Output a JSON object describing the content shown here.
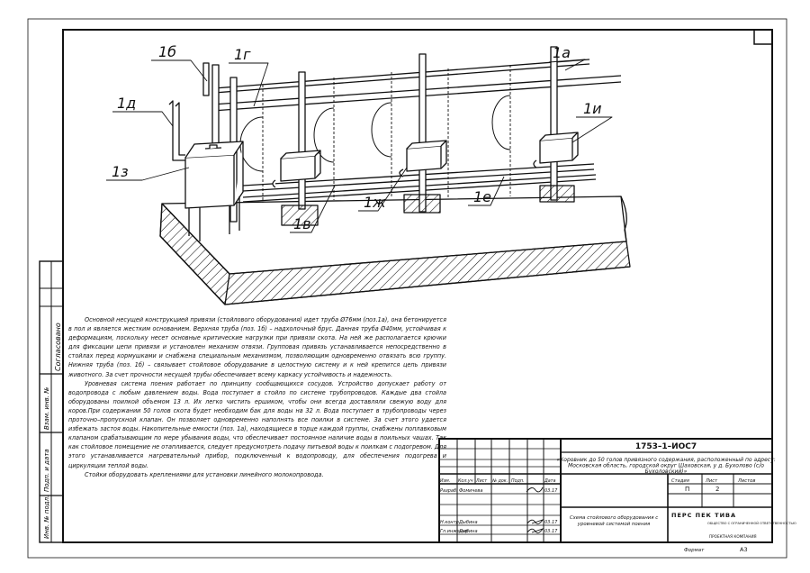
{
  "drawing": {
    "labels": {
      "1a": "1а",
      "1b": "1б",
      "1v": "1в",
      "1g": "1г",
      "1d": "1д",
      "1e": "1е",
      "1zh": "1ж",
      "1z": "1з",
      "1i": "1и"
    }
  },
  "description": {
    "paragraphs": [
      "Основной несущей конструкцией привязи (стойлового оборудования) идет труба Ø76мм (поз.1а), она бетонируется в пол и является жестким основанием. Верхняя труба (поз. 1б) – надхолочный брус. Данная труба Ø40мм, устойчивая к деформациям, поскольку несет основные критические нагрузки при привязи скота. На ней же располагается крючки для фиксации цепи привязи и установлен механизм отвязи. Групповая привязь устанавливается непосредственно в стойлах перед кормушками и снабжена специальным механизмом, позволяющим одновременно отвязать всю группу. Нижняя труба (поз. 1б) – связывает стойловое оборудование в целостную систему и к ней крепится цепь привязи животного. За счет прочности несущей трубы обеспечивает всему каркасу устойчивость и надежность.",
      "Уровневая система поения работает по принципу сообщающихся сосудов. Устройство допускает работу от водопровода с любым давлением воды. Вода поступает в стойло по системе трубопроводов. Каждые два стойла оборудованы поилкой объемом 13 л. Их легко чистить ершиком, чтобы они всегда доставляли свежую воду для коров.При содержании 50 голов скота будет необходим бак для воды на 32 л. Вода поступает в трубопроводы через проточно–пропускной клапан. Он позволяет одновременно наполнять все поилки в системе. За счет этого удается избежать застоя воды. Накопительные емкости (поз. 1а), находящиеся в торце каждой группы, снабжены поплавковым клапаном срабатывающим по мере убывания воды, что обеспечивает постоянное наличие воды в поильных чашах. Так как стойловое помещение не отапливается, следует предусмотреть подачу питьевой воды к поилкам с подогревом. Для этого устанавливается нагревательный прибор, подключенный к водопроводу, для обеспечения подогрева и циркуляции теплой воды.",
      "Стойки оборудовать креплениями для установки линейного молокопровода."
    ]
  },
  "left_stamp": {
    "labels": [
      "Согласовано",
      "Взам. инв. №",
      "Подп. и дата",
      "Инв. № подл."
    ]
  },
  "title_block": {
    "code": "1753–1–ИОС7",
    "object": "«Коровник до 50 голов привязного содержания, расположенный по адресу: Московская область, городской округ Шаховская, у д. Бухолово (с/о Бухоловский)»",
    "headers": [
      "Изм.",
      "Кол.уч",
      "Лист",
      "№ док.",
      "Подп.",
      "Дата"
    ],
    "rows": [
      {
        "role": "Разраб.",
        "name": "Фомичева",
        "date": "03.17"
      },
      {
        "role": "Н.контр.",
        "name": "Дыбина",
        "date": "03.17"
      },
      {
        "role": "Гл.инженер",
        "name": "Дыбина",
        "date": "03.17"
      }
    ],
    "sheet_title": "Схема стойлового оборудования с уровневой системой поения",
    "stage_headers": [
      "Стадия",
      "Лист",
      "Листов"
    ],
    "stage": "П",
    "sheet": "2",
    "sheets": "",
    "company_logo": "ПЕРС ПЕК ТИВА",
    "company_desc": "ОБЩЕСТВО С ОГРАНИЧЕННОЙ ОТВЕТСТВЕННОСТЬЮ",
    "company_name": "ПРОЕКТНАЯ КОМПАНИЯ",
    "format_label": "Формат",
    "format": "А3"
  }
}
